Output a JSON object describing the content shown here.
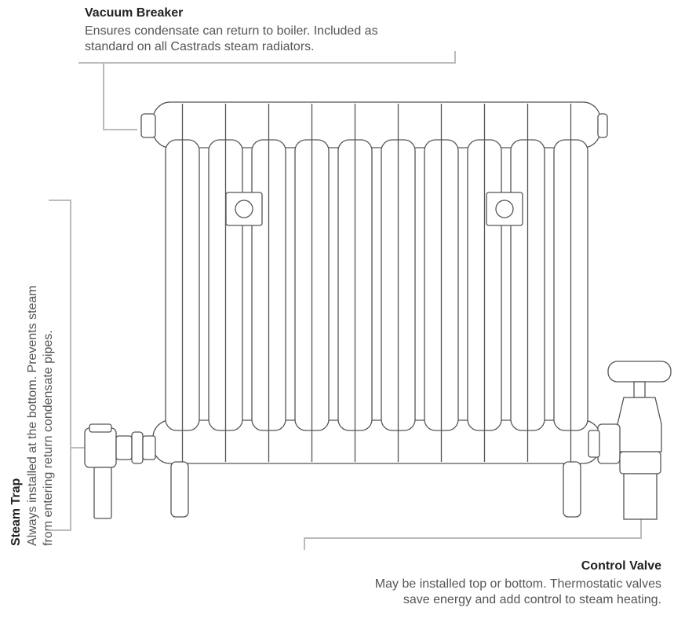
{
  "vacuum_breaker": {
    "title": "Vacuum Breaker",
    "line1": "Ensures condensate can return to boiler. Included as",
    "line2": "standard on all Castrads steam radiators."
  },
  "steam_trap": {
    "title": "Steam Trap",
    "line1": "Always installed at the bottom. Prevents steam",
    "line2": "from entering return condensate pipes."
  },
  "control_valve": {
    "title": "Control Valve",
    "line1": "May be installed top or bottom. Thermostatic valves",
    "line2": "save energy and add control to steam heating."
  },
  "colors": {
    "outline": "#555555",
    "callout_line": "#bbbbbb",
    "background": "#ffffff"
  },
  "radiator": {
    "column_count": 10
  }
}
